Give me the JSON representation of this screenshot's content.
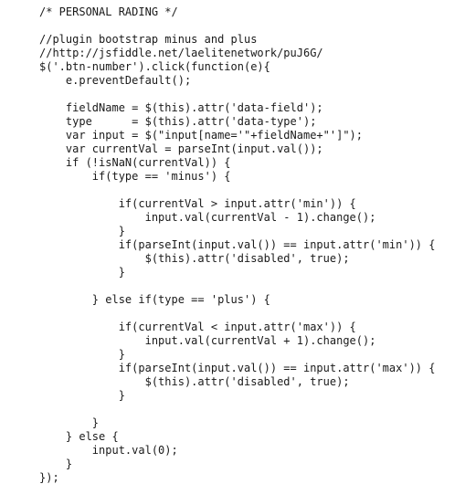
{
  "code": {
    "lines": [
      "/* PERSONAL RADING */",
      "",
      "//plugin bootstrap minus and plus",
      "//http://jsfiddle.net/laelitenetwork/puJ6G/",
      "$('.btn-number').click(function(e){",
      "    e.preventDefault();",
      "",
      "    fieldName = $(this).attr('data-field');",
      "    type      = $(this).attr('data-type');",
      "    var input = $(\"input[name='\"+fieldName+\"']\");",
      "    var currentVal = parseInt(input.val());",
      "    if (!isNaN(currentVal)) {",
      "        if(type == 'minus') {",
      "",
      "            if(currentVal > input.attr('min')) {",
      "                input.val(currentVal - 1).change();",
      "            }",
      "            if(parseInt(input.val()) == input.attr('min')) {",
      "                $(this).attr('disabled', true);",
      "            }",
      "",
      "        } else if(type == 'plus') {",
      "",
      "            if(currentVal < input.attr('max')) {",
      "                input.val(currentVal + 1).change();",
      "            }",
      "            if(parseInt(input.val()) == input.attr('max')) {",
      "                $(this).attr('disabled', true);",
      "            }",
      "",
      "        }",
      "    } else {",
      "        input.val(0);",
      "    }",
      "});"
    ]
  }
}
